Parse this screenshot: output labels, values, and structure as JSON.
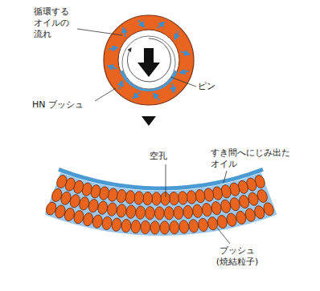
{
  "diagram": {
    "labels": [
      "循環する オイルの 流れ",
      "ピン",
      "HN ブッシュ",
      "空孔",
      "すき間へにじみ出た オイル",
      "ブッシュ (焼結粒子)"
    ]
  }
}
